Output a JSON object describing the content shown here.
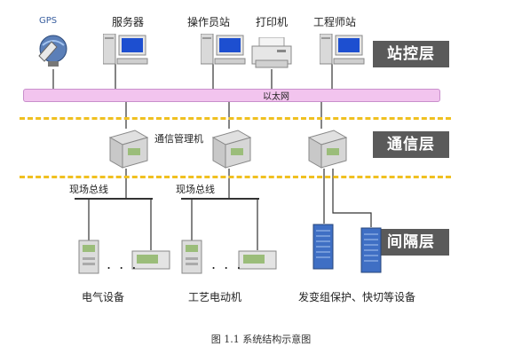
{
  "top_devices": [
    "GPS",
    "服务器",
    "操作员站",
    "打印机",
    "工程师站"
  ],
  "ethernet_label": "以太网",
  "comm_manager_label": "通信管理机",
  "fieldbus_labels": [
    "现场总线",
    "现场总线"
  ],
  "layers": [
    "站控层",
    "通信层",
    "间隔层"
  ],
  "bottom_labels": [
    "电气设备",
    "工艺电动机",
    "发变组保护、快切等设备"
  ],
  "ellipsis": ". . .",
  "caption": "图 1.1  系统结构示意图",
  "colors": {
    "ethernet": "#f2c4ee",
    "dash": "#f0c020",
    "layer_bg": "#5a5a5a",
    "line": "#333333"
  },
  "icons": [
    "gps-satellite-icon",
    "server-icon",
    "operator-station-icon",
    "printer-icon",
    "engineer-station-icon",
    "comm-manager-icon",
    "protection-relay-icon",
    "display-panel-icon",
    "rack-cabinet-icon"
  ]
}
